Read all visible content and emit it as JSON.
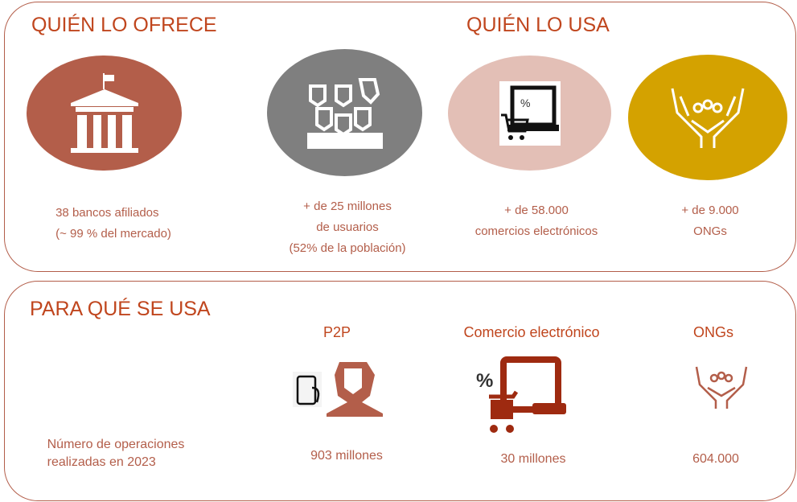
{
  "top": {
    "offers_title": "QUIÉN LO OFRECE",
    "users_title": "QUIÉN LO USA",
    "cards": [
      {
        "icon": "bank-icon",
        "color": "#b35e4a",
        "lines": [
          "38 bancos afiliados",
          "(~ 99 % del mercado)"
        ]
      },
      {
        "icon": "people-group-icon",
        "color": "#7f7f7f",
        "lines": [
          "+ de 25 millones",
          "de usuarios",
          "(52% de la población)"
        ]
      },
      {
        "icon": "laptop-cart-icon",
        "color": "#e3bfb6",
        "lines": [
          "+ de 58.000",
          "comercios electrónicos"
        ]
      },
      {
        "icon": "hands-people-icon",
        "color": "#d4a200",
        "lines": [
          "+ de 9.000",
          "ONGs"
        ]
      }
    ]
  },
  "bottom": {
    "title": "PARA QUÉ SE USA",
    "row_label": [
      "Número de operaciones",
      "realizadas en 2023"
    ],
    "uses": [
      {
        "label": "P2P",
        "value": "903 millones",
        "icon": "person-phone-icon"
      },
      {
        "label": "Comercio electrónico",
        "value": "30 millones",
        "icon": "laptop-cart-icon"
      },
      {
        "label": "ONGs",
        "value": "604.000",
        "icon": "hands-people-icon"
      }
    ]
  }
}
